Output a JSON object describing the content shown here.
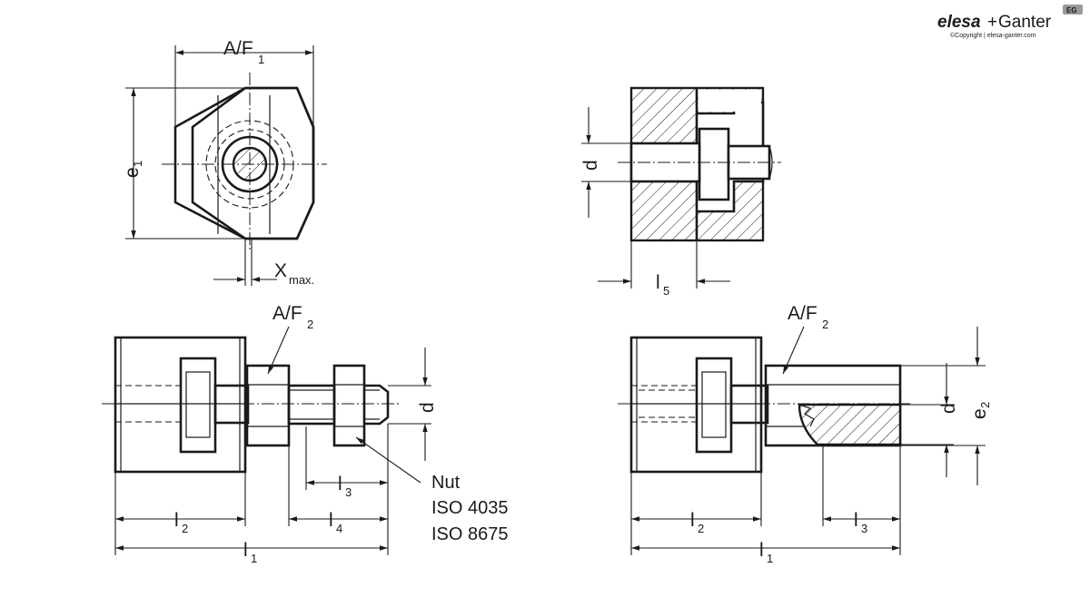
{
  "logo": {
    "brand_left": "elesa",
    "plus": "+",
    "brand_right": "Ganter",
    "badge": "EG",
    "copyright": "©Copyright | elesa-ganter.com"
  },
  "views": {
    "end_view": {
      "af": "A/F",
      "af_sub": "1",
      "e": "e",
      "e_sub": "1",
      "x": "X",
      "x_sub": "max."
    },
    "section_view": {
      "d": "d",
      "l": "l",
      "l_sub": "5"
    },
    "side_view_nut": {
      "af": "A/F",
      "af_sub": "2",
      "d": "d",
      "l2": "l",
      "l2_sub": "2",
      "l3": "l",
      "l3_sub": "3",
      "l4": "l",
      "l4_sub": "4",
      "l1": "l",
      "l1_sub": "1",
      "nut_lines": [
        "Nut",
        "ISO 4035",
        "ISO 8675"
      ]
    },
    "side_view_socket": {
      "af": "A/F",
      "af_sub": "2",
      "d": "d",
      "e": "e",
      "e_sub": "2",
      "l2": "l",
      "l2_sub": "2",
      "l3": "l",
      "l3_sub": "3",
      "l1": "l",
      "l1_sub": "1"
    }
  }
}
